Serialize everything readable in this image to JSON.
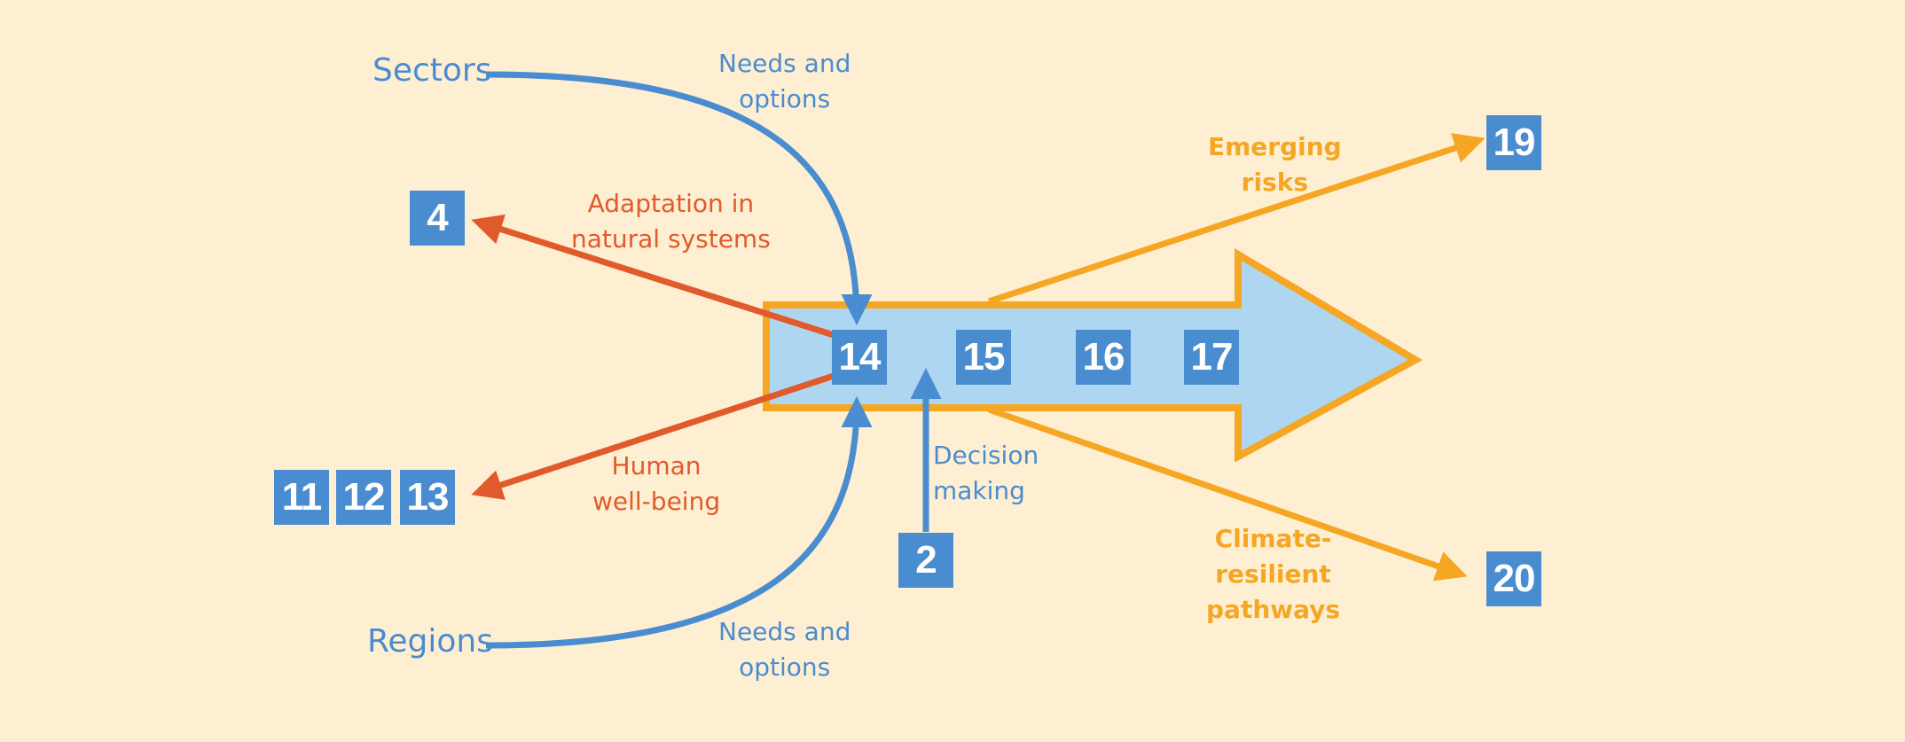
{
  "nodes": {
    "sectors": "Sectors",
    "regions": "Regions",
    "box_4": "4",
    "box_11": "11",
    "box_12": "12",
    "box_13": "13",
    "box_14": "14",
    "box_15": "15",
    "box_16": "16",
    "box_17": "17",
    "box_2": "2",
    "box_19": "19",
    "box_20": "20"
  },
  "labels": {
    "needs_options_top": [
      "Needs and",
      "options"
    ],
    "needs_options_bottom": [
      "Needs and",
      "options"
    ],
    "adaptation_natural": [
      "Adaptation in",
      "natural systems"
    ],
    "human_wellbeing": [
      "Human",
      "well-being"
    ],
    "decision_making": [
      "Decision",
      "making"
    ],
    "emerging_risks": [
      "Emerging",
      "risks"
    ],
    "climate_resilient": [
      "Climate-",
      "resilient",
      "pathways"
    ]
  },
  "colors": {
    "background": "#FEEFD3",
    "blue": "#4A8CD0",
    "light_blue_fill": "#AED6F1",
    "orange": "#F5A623",
    "red": "#E05A2B"
  }
}
